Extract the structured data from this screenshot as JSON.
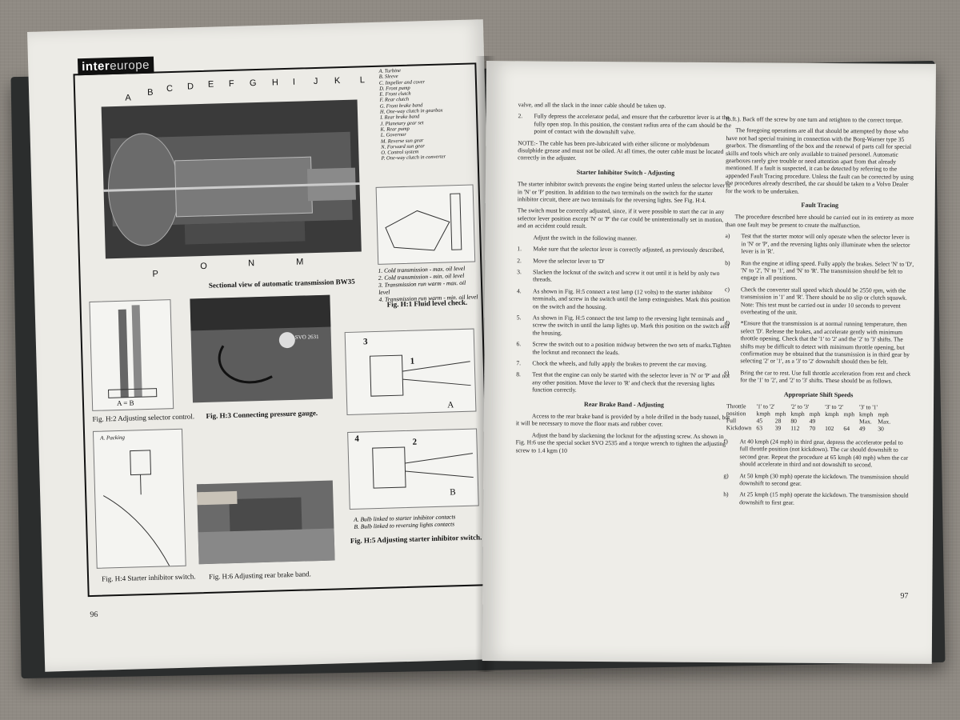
{
  "left_page": {
    "brand": {
      "part1": "inter",
      "part2": "europe"
    },
    "page_number": "96",
    "callout_letters": [
      "A",
      "B",
      "C",
      "D",
      "E",
      "F",
      "G",
      "H",
      "I",
      "J",
      "K",
      "L"
    ],
    "bottom_letters": [
      "P",
      "O",
      "N",
      "M"
    ],
    "legend": [
      "A. Turbine",
      "B. Sleeve",
      "C. Impeller and cover",
      "D. Front pump",
      "E. Front clutch",
      "F. Rear clutch",
      "G. Front brake band",
      "H. One-way clutch in gearbox",
      "I. Rear brake band",
      "J. Planetary gear set",
      "K. Rear pump",
      "L. Governor",
      "M. Reverse sun gear",
      "N. Forward sun gear",
      "O. Control system",
      "P. One-way clutch in converter"
    ],
    "main_caption": "Sectional view of automatic transmission BW35",
    "fluid_levels": [
      "1. Cold transmission - max. oil level",
      "2. Cold transmission - min. oil level",
      "3. Transmission run warm - max. oil level",
      "4. Transmission run warm - min. oil level"
    ],
    "fig_h1": "Fig. H:1 Fluid level check.",
    "fig_h2": "Fig. H:2 Adjusting selector control.",
    "fig_h2_label": "A = B",
    "fig_h3": "Fig. H:3 Connecting pressure gauge.",
    "fig_h3_label": "SVO 2631",
    "fig_h4": "Fig. H:4 Starter inhibitor switch.",
    "fig_h4_label": "A. Packing",
    "fig_h5": "Fig. H:5 Adjusting starter inhibitor switch.",
    "fig_h5_labels": {
      "a": "A",
      "b": "B",
      "n1": "1",
      "n2": "2",
      "n3": "3",
      "n4": "4"
    },
    "fig_h5_notes": [
      "A. Bulb linked to starter inhibitor contacts",
      "B. Bulb linked to reversing lights contacts"
    ],
    "fig_h6": "Fig. H:6 Adjusting rear brake band."
  },
  "right_page": {
    "page_number": "97",
    "col1": {
      "intro": "valve, and all the slack in the inner cable should be taken up.",
      "step2": "Fully depress the accelerator pedal, and ensure that the carburettor lever is at the fully open stop. In this position, the constant radius area of the cam should be the point of contact with the downshift valve.",
      "note": "NOTE:- The cable has been pre-lubricated with either silicone or molybdenum disulphide grease and must not be oiled. At all times, the outer cable must be located correctly in the adjuster.",
      "heading1": "Starter Inhibitor Switch - Adjusting",
      "p1": "The starter inhibitor switch prevents the engine being started unless the selector lever is in 'N' or 'P' position. In addition to the two terminals on the switch for the starter inhibitor circuit, there are two terminals for the reversing lights. See Fig. H:4.",
      "p2": "The switch must be correctly adjusted, since, if it were possible to start the car in any selector lever position except 'N' or 'P' the car could be unintentionally set in motion, and an accident could result.",
      "p3": "Adjust the switch in the following manner.",
      "steps": [
        {
          "n": "1.",
          "t": "Make sure that the selector lever is correctly adjusted, as previously described,"
        },
        {
          "n": "2.",
          "t": "Move the selector lever to 'D'"
        },
        {
          "n": "3.",
          "t": "Slacken the locknut of the switch and screw it out until it is held by only two threads."
        },
        {
          "n": "4.",
          "t": "As shown in Fig. H:5 connect a test lamp (12 volts) to the starter inhibitor terminals, and screw in the switch until the lamp extinguishes. Mark this position on the switch and the housing."
        },
        {
          "n": "5.",
          "t": "As shown in Fig. H:5 connect the test lamp to the reversing light terminals and screw the switch in until the lamp lights up. Mark this position on the switch and the housing."
        },
        {
          "n": "6.",
          "t": "Screw the switch out to a position midway between the two sets of marks.Tighten the locknut and reconnect the leads."
        },
        {
          "n": "7.",
          "t": "Chock the wheels, and fully apply the brakes to prevent the car moving."
        },
        {
          "n": "8.",
          "t": "Test that the engine can only be started with the selector lever in 'N' or 'P' and not any other position. Move the lever to 'R' and check that the reversing lights function correctly."
        }
      ],
      "heading2": "Rear Brake Band - Adjusting",
      "p4": "Access to the rear brake band is provided by a hole drilled in the body tunnel, but it will be necessary to move the floor mats and rubber cover.",
      "p5": "Adjust the band by slackening the locknut for the adjusting screw. As shown in Fig. H:6 use the special socket SVO 2535 and a torque wrench to tighten the adjusting screw to 1.4 kgm (10"
    },
    "col2": {
      "intro": "lb.ft.). Back off the screw by one turn and retighten to the correct torque.",
      "p1": "The foregoing operations are all that should be attempted by those who have not had special training in connection with the Borg-Warner type 35 gearbox. The dismantling of the box and the renewal of parts call for special skills and tools which are only available to trained personel. Automatic gearboxes rarely give trouble or need attention apart from that already mentioned. If a fault is suspected, it can be detected by referring to the appended Fault Tracing procedure. Unless the fault can be corrected by using the procedures already described, the car should be taken to a Volvo Dealer for the work to be undertaken.",
      "heading1": "Fault Tracing",
      "p2": "The procedure described here should be carried out in its entirety as more than one fault may be present to create the malfunction.",
      "faults": [
        {
          "n": "a)",
          "t": "Test that the starter motor will only operate when the selector lever is in 'N' or 'P', and the reversing lights only illuminate when the selector lever is in 'R'."
        },
        {
          "n": "b)",
          "t": "Run the engine at idling speed. Fully apply the brakes. Select 'N' to 'D', 'N' to '2', 'N' to '1', and 'N' to 'R'. The transmission should be felt to engage in all positions."
        },
        {
          "n": "c)",
          "t": "Check the converter stall speed which should be 2550 rpm, with the transmission in '1' and 'R'. There should be no slip or clutch squawk. Note: This test must be carried out in under 10 seconds to prevent overheating of the unit."
        },
        {
          "n": "d)",
          "t": "*Ensure that the transmission is at normal running temperature, then select 'D'. Release the brakes, and accelerate gently with minimum throttle opening. Check that the '1' to '2' and the '2' to '3' shifts. The shifts may be difficult to detect with minimum throttle opening, but confirmation may be obtained that the transmission is in third gear by selecting '2' or '1', as a '3' to '2' downshift should then be felt."
        },
        {
          "n": "e)",
          "t": "Bring the car to rest. Use full throttle acceleration from rest and check for the '1' to '2', and '2' to '3' shifts. These should be as follows."
        }
      ],
      "heading2": "Appropriate Shift Speeds",
      "shift_table": {
        "headers": [
          "Throttle",
          "'1' to '2'",
          "",
          "'2' to '3'",
          "",
          "'3' to '2'",
          "",
          "'3' to '1'",
          ""
        ],
        "subheaders": [
          "position",
          "kmph",
          "mph",
          "kmph",
          "mph",
          "kmph",
          "mph",
          "kmph",
          "mph"
        ],
        "rows": [
          [
            "Full",
            "45",
            "28",
            "80",
            "49",
            "",
            "",
            "Max.",
            "Max."
          ],
          [
            "Kickdown",
            "63",
            "39",
            "112",
            "70",
            "102",
            "64",
            "49",
            "30"
          ]
        ]
      },
      "more": [
        {
          "n": "f)",
          "t": "At 40 kmph (24 mph) in third gear, depress the accelerator pedal to full throttle position (not kickdown). The car should downshift to second gear. Repeat the procedure at 65 kmph (40 mph) when the car should accelerate in third and not downshift to second."
        },
        {
          "n": "g)",
          "t": "At 50 kmph (30 mph) operate the kickdown. The transmission should downshift to second gear."
        },
        {
          "n": "h)",
          "t": "At 25 kmph (15 mph) operate the kickdown. The transmission should downshift to first gear."
        }
      ]
    }
  }
}
